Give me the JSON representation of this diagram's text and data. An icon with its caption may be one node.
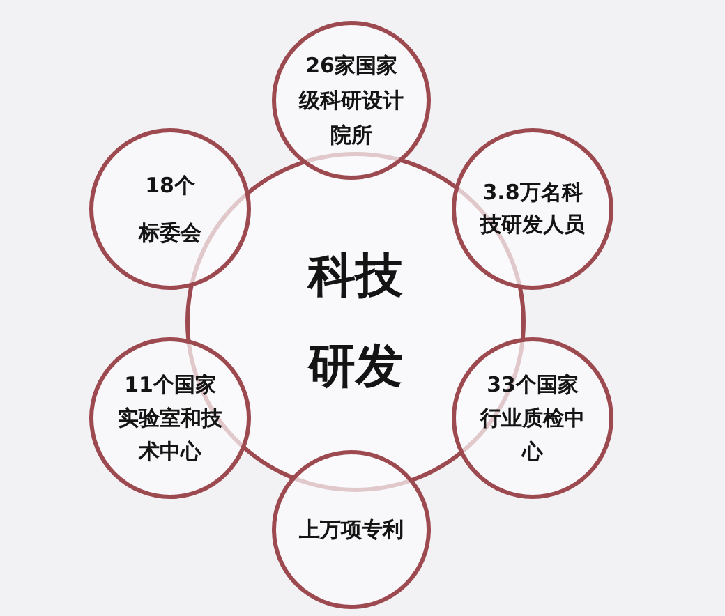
{
  "diagram": {
    "nodes": [
      {
        "text": [
          "科技研发"
        ]
      },
      {
        "text": [
          "26家国家级科研设计院所"
        ]
      },
      {
        "text": [
          "3.8万名科技研发人员"
        ]
      },
      {
        "text": [
          "33个国家行业质检中心"
        ]
      },
      {
        "text": [
          "上万项专利"
        ]
      },
      {
        "text": [
          "11个国家实验室和技术中心"
        ]
      },
      {
        "text": [
          "18个标委会"
        ]
      }
    ]
  }
}
